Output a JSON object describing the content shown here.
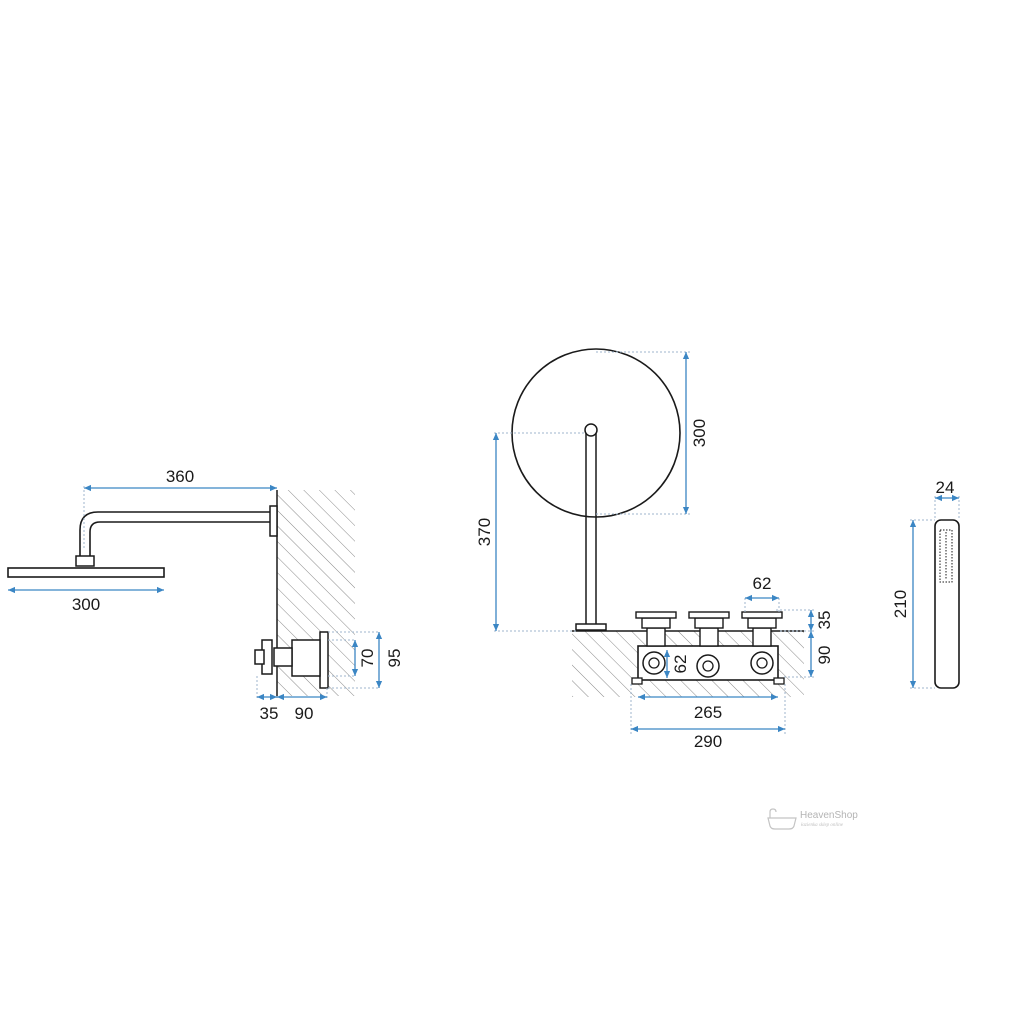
{
  "dimensions": {
    "arm_length": "360",
    "head_width_side": "300",
    "valve_depth_35": "35",
    "valve_depth_90": "90",
    "valve_height_70": "70",
    "valve_height_95": "95",
    "head_diameter": "300",
    "arm_height": "370",
    "handle_spacing": "62",
    "handle_projection": "35",
    "body_height": "90",
    "port_spacing": "62",
    "body_width_inner": "265",
    "body_width_outer": "290",
    "hand_shower_width": "24",
    "hand_shower_length": "210"
  },
  "watermark": {
    "brand": "HeavenShop",
    "tagline": "łazienka sklep online"
  },
  "colors": {
    "outline": "#1a1a1a",
    "dimension": "#3b86c4",
    "extension": "#9fb6cc",
    "hatch": "#8a8a8a"
  }
}
